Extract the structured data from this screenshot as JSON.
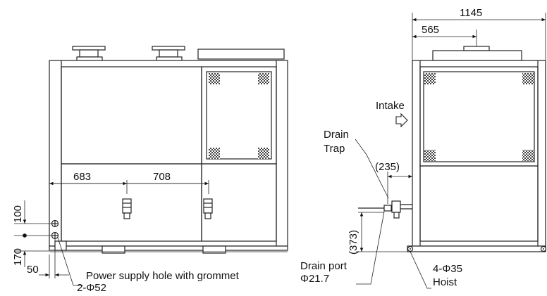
{
  "front_view": {
    "dim_left": "683",
    "dim_right": "708",
    "dim_vert_top": "100",
    "dim_vert_bottom": "170",
    "dim_horiz_small": "50",
    "power_label_line1": "Power supply hole with grommet",
    "power_label_line2": "2-Φ52"
  },
  "side_view": {
    "dim_overall": "1145",
    "dim_top": "565",
    "dim_drain_offset": "(235)",
    "dim_drain_height": "(373)",
    "intake_label": "Intake",
    "drain_trap_line1": "Drain",
    "drain_trap_line2": "Trap",
    "drain_port_line1": "Drain port",
    "drain_port_line2": "Φ21.7",
    "hoist_line1": "4-Φ35",
    "hoist_line2": "Hoist"
  },
  "icons": [
    "intake-arrow-icon",
    "drain-valve-icon",
    "grommet-hole-icon",
    "hoist-hole-icon",
    "fan-corner-icon"
  ]
}
